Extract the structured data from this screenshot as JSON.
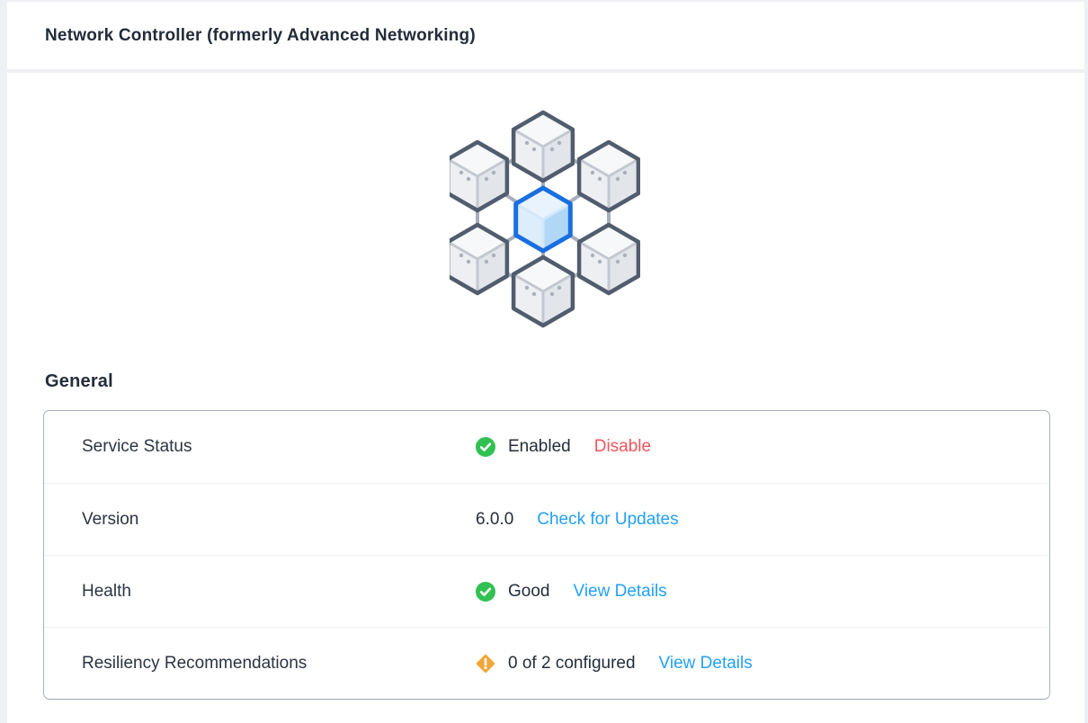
{
  "header": {
    "title": "Network Controller (formerly Advanced Networking)"
  },
  "icon": {
    "name": "network-controller-hex-cubes",
    "accent_color": "#1a6fe0"
  },
  "general": {
    "heading": "General",
    "rows": [
      {
        "label": "Service Status",
        "status_icon": "check-circle",
        "value": "Enabled",
        "action": "Disable",
        "action_color": "#f1545c"
      },
      {
        "label": "Version",
        "status_icon": "none",
        "value": "6.0.0",
        "action": "Check for Updates",
        "action_color": "#24a0f5"
      },
      {
        "label": "Health",
        "status_icon": "check-circle",
        "value": "Good",
        "action": "View Details",
        "action_color": "#24a0f5"
      },
      {
        "label": "Resiliency Recommendations",
        "status_icon": "warning-diamond",
        "value": "0 of 2 configured",
        "action": "View Details",
        "action_color": "#24a0f5"
      }
    ]
  },
  "colors": {
    "link_blue": "#24a0f5",
    "danger_red": "#f1545c",
    "success_green": "#31c153",
    "warning_orange": "#f3a536",
    "page_background": "#eef0f4",
    "panel_background": "#ffffff",
    "table_border": "#a9b2c0"
  }
}
